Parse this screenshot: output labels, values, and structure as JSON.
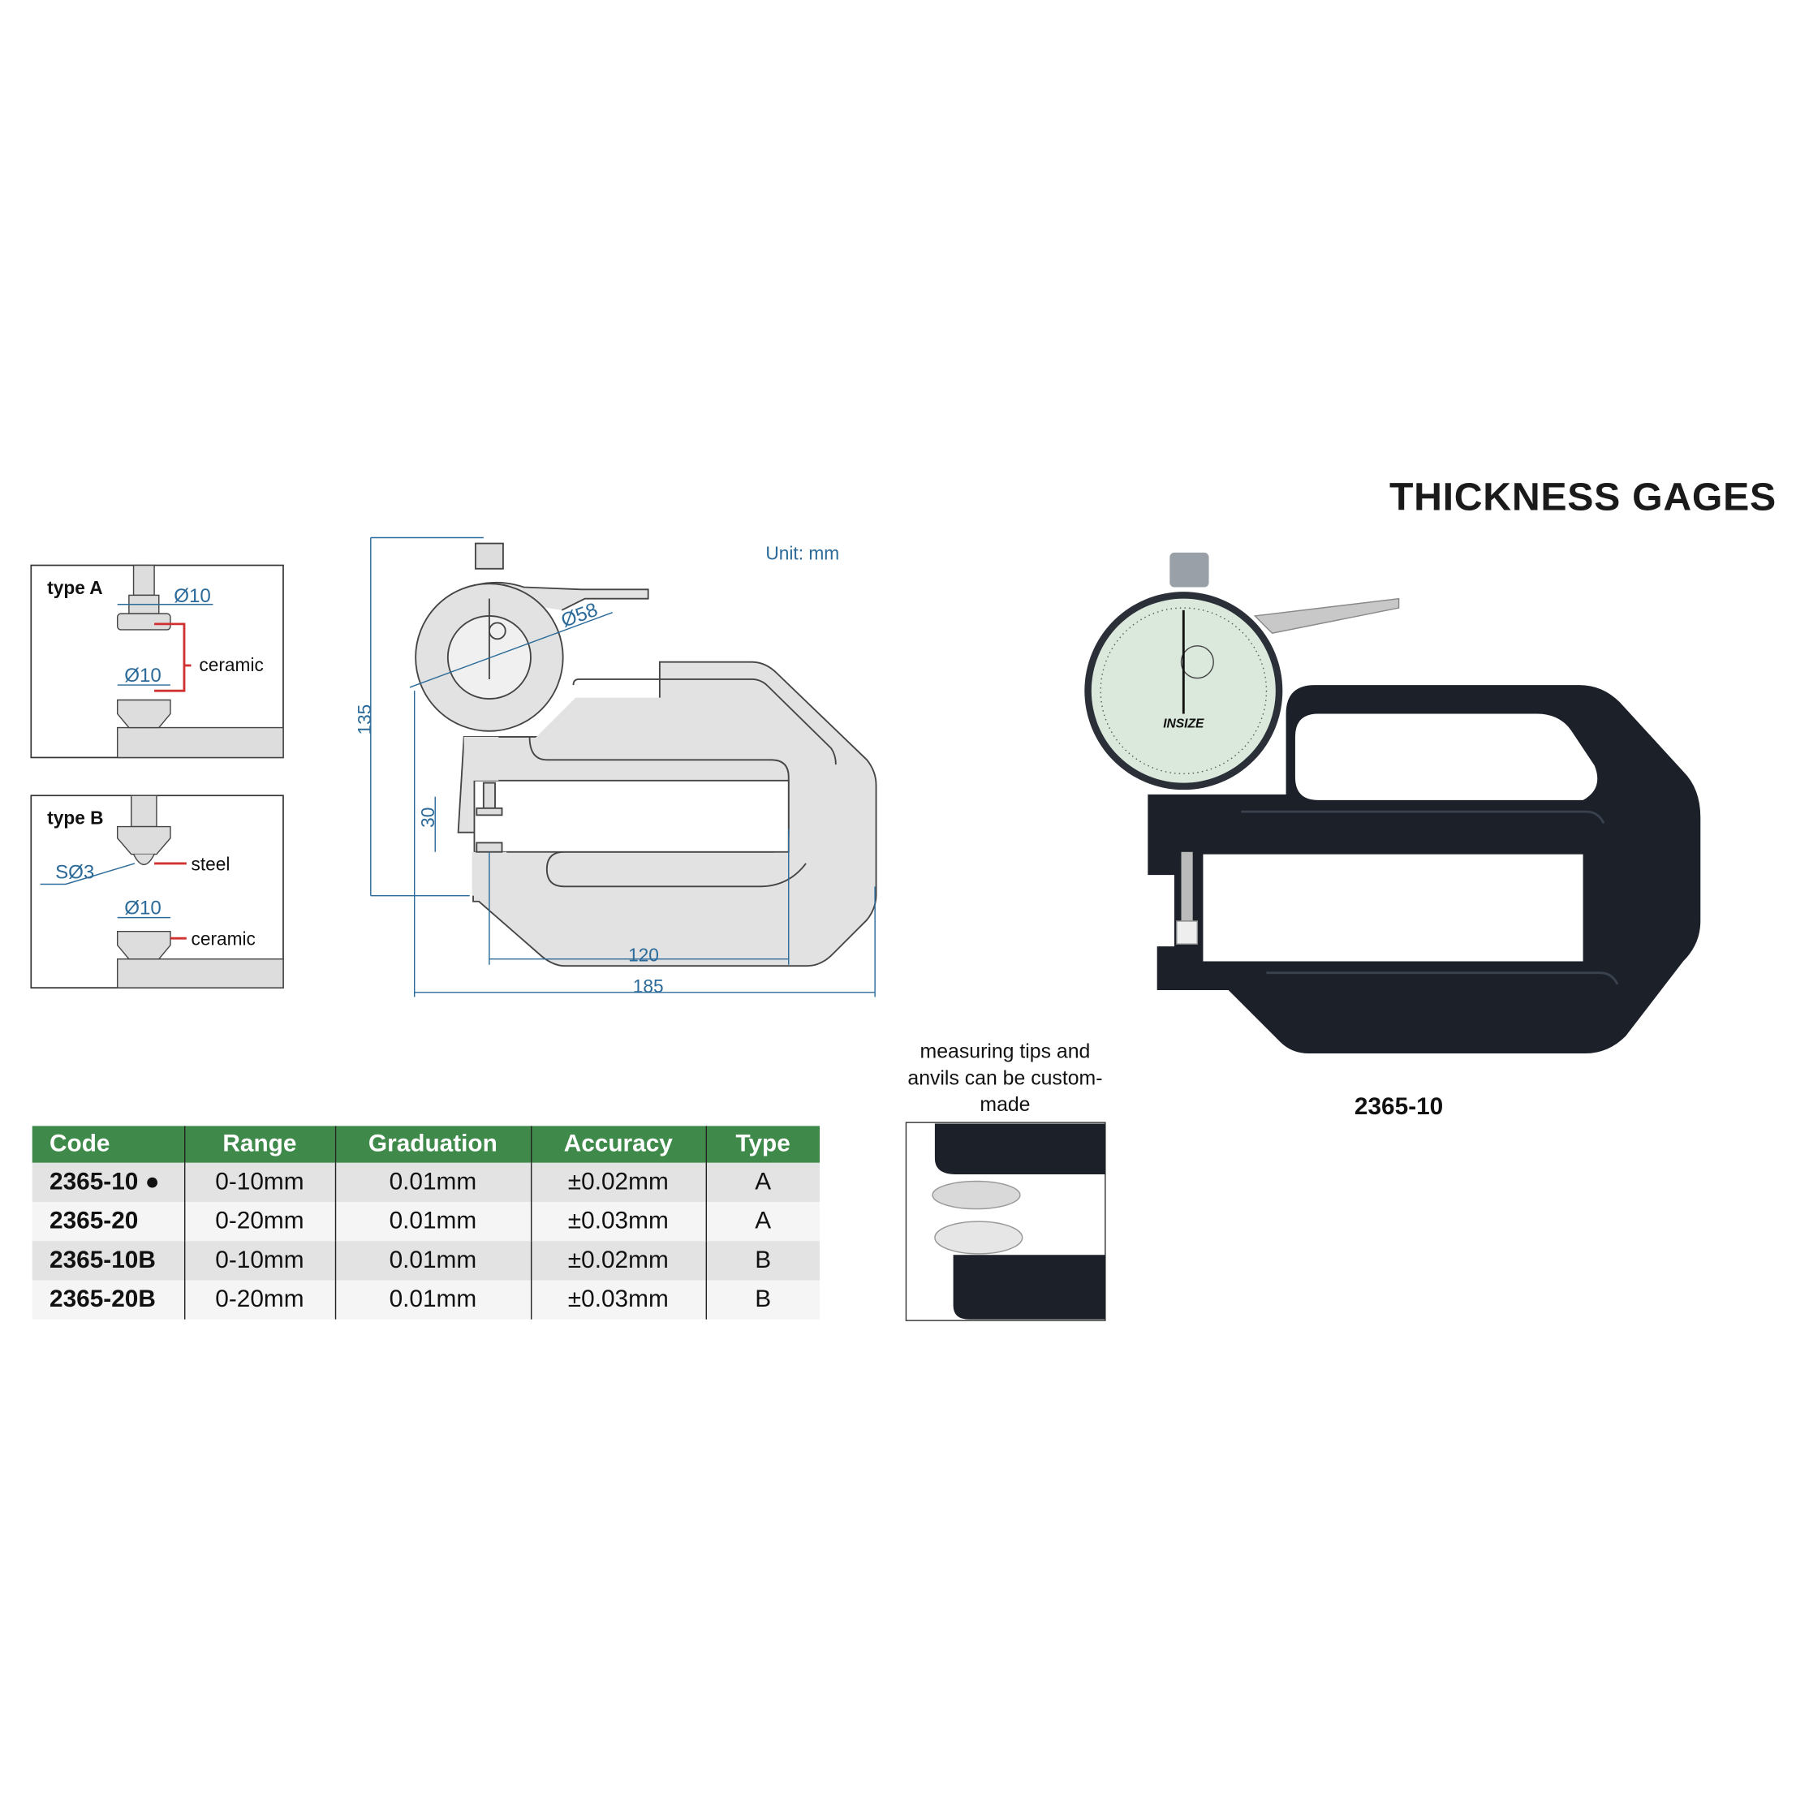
{
  "title": "THICKNESS GAGES",
  "unit_label": "Unit: mm",
  "type_a": {
    "label": "type A",
    "dia_top": "Ø10",
    "dia_bottom": "Ø10",
    "material": "ceramic"
  },
  "type_b": {
    "label": "type B",
    "sphere": "SØ3",
    "tip_material": "steel",
    "dia_bottom": "Ø10",
    "anvil_material": "ceramic"
  },
  "drawing": {
    "dial_dia": "Ø58",
    "height": "135",
    "gap": "30",
    "depth": "120",
    "length": "185"
  },
  "photo": {
    "model": "2365-10",
    "dial_brand": "INSIZE"
  },
  "inset": {
    "caption": "measuring tips and anvils can be custom-made"
  },
  "colors": {
    "header_green": "#3f8a4a",
    "dimension_blue": "#2b6a99",
    "leader_red": "#d03030",
    "frame_black": "#1c2129"
  },
  "table": {
    "headers": [
      "Code",
      "Range",
      "Graduation",
      "Accuracy",
      "Type"
    ],
    "rows": [
      {
        "code": "2365-10 ●",
        "range": "0-10mm",
        "graduation": "0.01mm",
        "accuracy": "±0.02mm",
        "type": "A"
      },
      {
        "code": "2365-20",
        "range": "0-20mm",
        "graduation": "0.01mm",
        "accuracy": "±0.03mm",
        "type": "A"
      },
      {
        "code": "2365-10B",
        "range": "0-10mm",
        "graduation": "0.01mm",
        "accuracy": "±0.02mm",
        "type": "B"
      },
      {
        "code": "2365-20B",
        "range": "0-20mm",
        "graduation": "0.01mm",
        "accuracy": "±0.03mm",
        "type": "B"
      }
    ]
  }
}
